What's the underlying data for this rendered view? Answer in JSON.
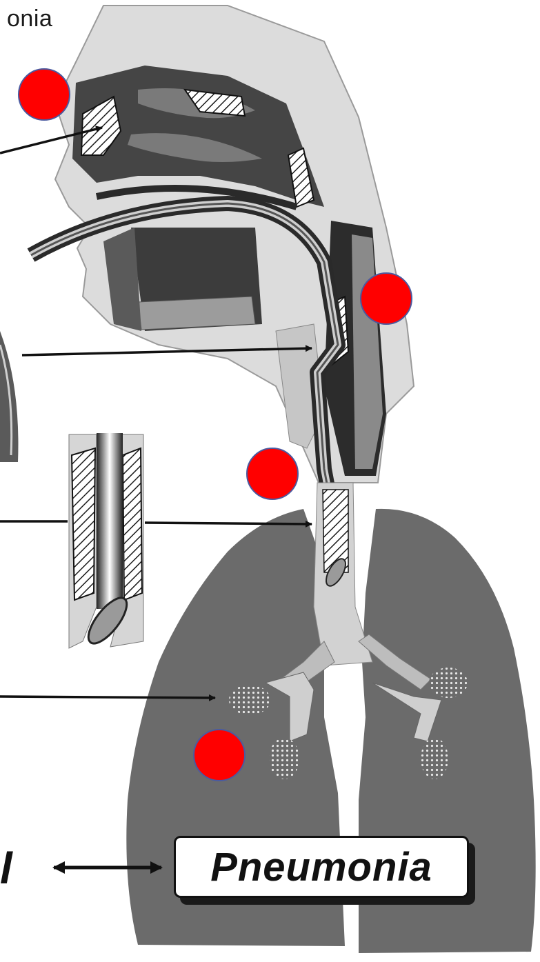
{
  "diagram": {
    "title_fragment": "onia",
    "left_partial_glyph": "l",
    "bottom_label": "Pneumonia",
    "colors": {
      "marker": "#ff0000",
      "marker_outline": "#4a5aa0",
      "lung": "#6b6b6b",
      "tissue_light": "#d6d6d6",
      "tissue_mid": "#9a9a9a",
      "tissue_dark": "#3a3a3a",
      "line": "#111111"
    },
    "markers": [
      {
        "id": "nasal-sinus"
      },
      {
        "id": "pharynx"
      },
      {
        "id": "trachea"
      },
      {
        "id": "lung"
      }
    ],
    "icons": [
      "red-dot-marker",
      "arrow-right",
      "double-arrow"
    ]
  }
}
